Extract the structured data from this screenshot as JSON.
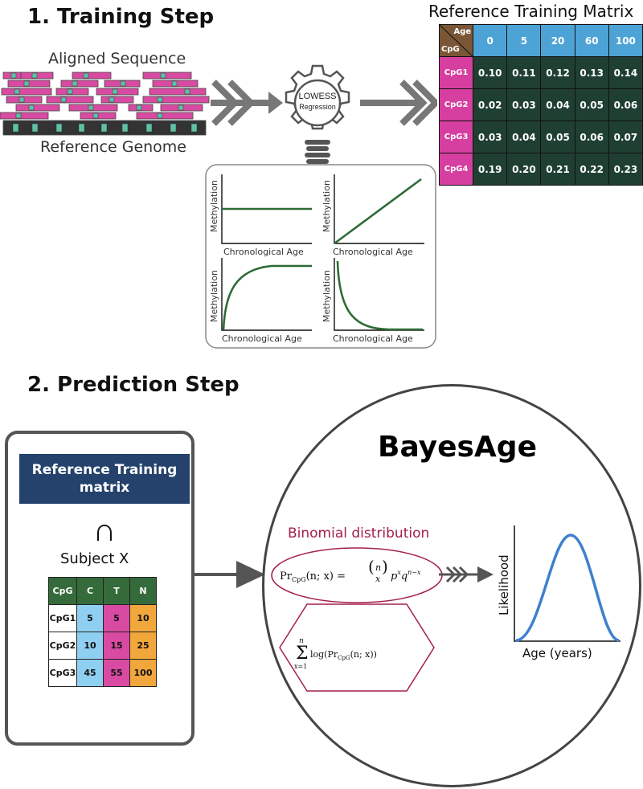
{
  "training": {
    "title": "1.  Training Step",
    "aligned_label": "Aligned Sequence",
    "reference_label": "Reference Genome",
    "gear_label_1": "LOWESS",
    "gear_label_2": "Regression",
    "matrix_title": "Reference Training Matrix",
    "matrix": {
      "corner_top": "Age",
      "corner_bottom": "CpG",
      "ages": [
        "0",
        "5",
        "20",
        "60",
        "100"
      ],
      "rows": [
        {
          "name": "CpG1",
          "values": [
            "0.10",
            "0.11",
            "0.12",
            "0.13",
            "0.14"
          ]
        },
        {
          "name": "CpG2",
          "values": [
            "0.02",
            "0.03",
            "0.04",
            "0.05",
            "0.06"
          ]
        },
        {
          "name": "CpG3",
          "values": [
            "0.03",
            "0.04",
            "0.05",
            "0.06",
            "0.07"
          ]
        },
        {
          "name": "CpG4",
          "values": [
            "0.19",
            "0.20",
            "0.21",
            "0.22",
            "0.23"
          ]
        }
      ]
    },
    "mini_plots": {
      "ylabel": "Methylation",
      "xlabel": "Chronological Age"
    }
  },
  "prediction": {
    "title": "2.  Prediction Step",
    "ref_box": "Reference Training matrix",
    "intersect_symbol": "∩",
    "subject_label": "Subject X",
    "subject_table": {
      "headers": [
        "CpG",
        "C",
        "T",
        "N"
      ],
      "rows": [
        {
          "name": "CpG1",
          "C": "5",
          "T": "5",
          "N": "10"
        },
        {
          "name": "CpG2",
          "C": "10",
          "T": "15",
          "N": "25"
        },
        {
          "name": "CpG3",
          "C": "45",
          "T": "55",
          "N": "100"
        }
      ]
    },
    "bayes_title": "BayesAge",
    "binomial_label": "Binomial distribution",
    "likelihood_ylabel": "Likelihood",
    "likelihood_xlabel": "Age (years)"
  },
  "colors": {
    "pink": "#d63fa0",
    "blue": "#4ea3d6",
    "dark_green": "#203f33",
    "arrow_gray": "#666666",
    "curve_blue": "#3f7fcf",
    "maroon": "#a3204a"
  }
}
